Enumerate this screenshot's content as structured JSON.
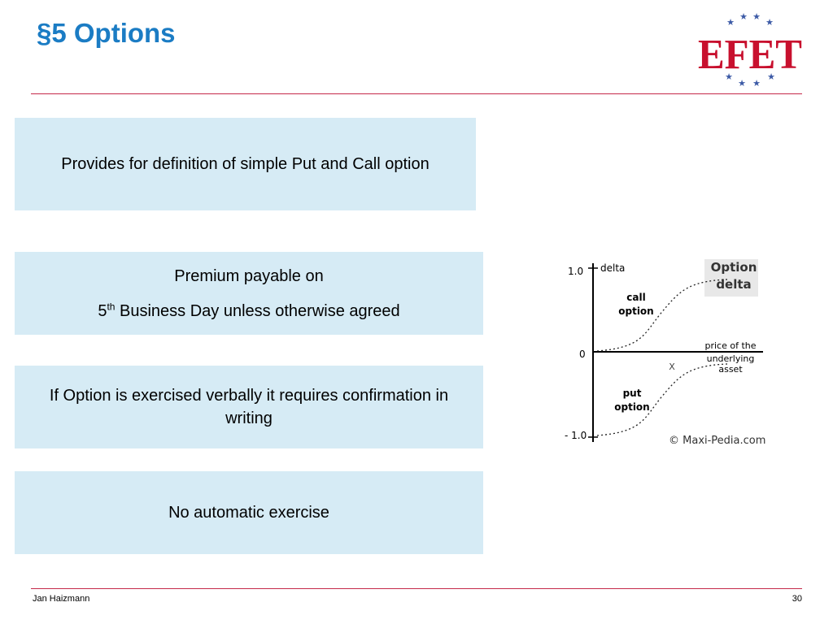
{
  "slide": {
    "title": "§5 Options",
    "logo_text": "EFET",
    "colors": {
      "title": "#1b7cc4",
      "rule": "#c5294a",
      "box": "#d6ebf5",
      "logo": "#c8102e",
      "stars": "#3c5aa6"
    }
  },
  "boxes": {
    "definition": "Provides for definition of simple Put and Call option",
    "premium_line1": "Premium payable on",
    "premium_prefix": "5",
    "premium_sup": "th",
    "premium_rest": " Business Day unless otherwise agreed",
    "exercise": "If Option is exercised verbally it requires confirmation in writing",
    "automatic": "No automatic exercise"
  },
  "figure": {
    "y_top": "1.0",
    "y_mid": "0",
    "y_bottom": "- 1.0",
    "axis_label": "delta",
    "title_line1": "Option",
    "title_line2": "delta",
    "call_line1": "call",
    "call_line2": "option",
    "put_line1": "put",
    "put_line2": "option",
    "x_label_line1": "price of the",
    "x_label_line2": "underlying",
    "x_label_line3": "asset",
    "strike": "X",
    "credit": "© Maxi-Pedia.com"
  },
  "footer": {
    "author": "Jan Haizmann",
    "page": "30"
  }
}
